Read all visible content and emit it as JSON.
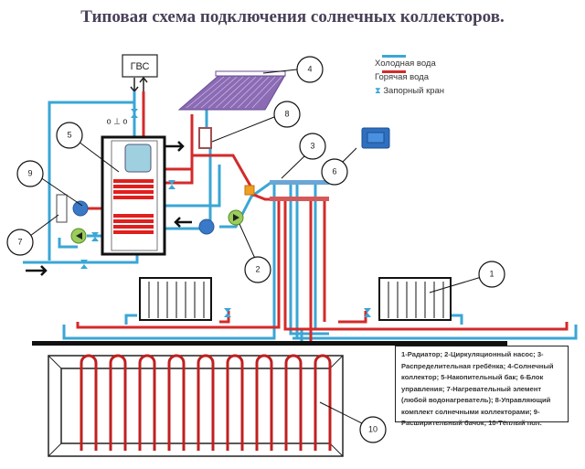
{
  "title": "Типовая схема подключения солнечных коллекторов.",
  "legend": {
    "cold_water": "Холодная вода",
    "hot_water": "Горячая вода",
    "shutoff_valve": "Запорный кран"
  },
  "dhw_label": "ГВС",
  "callouts": [
    "1",
    "2",
    "3",
    "4",
    "5",
    "6",
    "7",
    "8",
    "9",
    "10"
  ],
  "caption": "1-Радиатор; 2-Циркуляционный насос; 3-Распределительная гребёнка; 4-Солнечный коллектор; 5-Накопительный бак; 6-Блок управления; 7-Нагревательный элемент (любой водонагреватель); 8-Управляющий комплект солнечными коллекторами; 9-Расширительный бачок; 10-Тёплый пол.",
  "colors": {
    "cold": "#3aa6d6",
    "hot": "#d42a2a",
    "collector": "#8b6bb3",
    "pump": "#9acd5a",
    "expansion": "#3a78c8",
    "control": "#2f6fc0"
  }
}
